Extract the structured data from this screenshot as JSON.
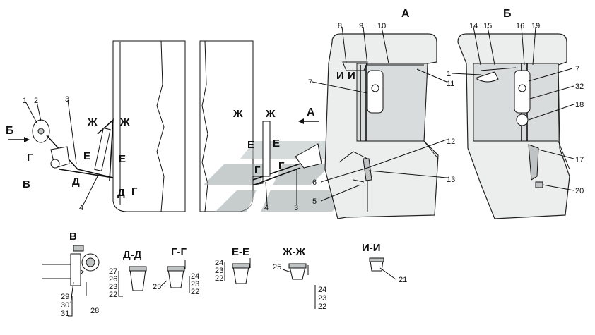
{
  "view_labels": {
    "A": "А",
    "B": "Б"
  },
  "direction_labels": {
    "arrow_B": "Б",
    "arrow_A": "А"
  },
  "section_titles": {
    "V": "В",
    "DD": "Д-Д",
    "GG": "Г-Г",
    "EE": "Е-Е",
    "ZhZh": "Ж-Ж",
    "II": "И-И"
  },
  "cut_marks": {
    "G": "Г",
    "V": "В",
    "D": "Д",
    "E": "Е",
    "Zh": "Ж",
    "I": "И"
  },
  "callouts": {
    "n1": "1",
    "n2": "2",
    "n3": "3",
    "n4": "4",
    "n5": "5",
    "n6": "6",
    "n7": "7",
    "n8": "8",
    "n9": "9",
    "n10": "10",
    "n11": "11",
    "n12": "12",
    "n13": "13",
    "n14": "14",
    "n15": "15",
    "n16": "16",
    "n17": "17",
    "n18": "18",
    "n19": "19",
    "n20": "20",
    "n21": "21",
    "n22": "22",
    "n23": "23",
    "n24": "24",
    "n25": "25",
    "n26": "26",
    "n27": "27",
    "n28": "28",
    "n29": "29",
    "n30": "30",
    "n31": "31",
    "n32": "32"
  },
  "colors": {
    "line": "#111111",
    "cab_fill": "#eceeee",
    "watermark": "#8f9a9a"
  }
}
